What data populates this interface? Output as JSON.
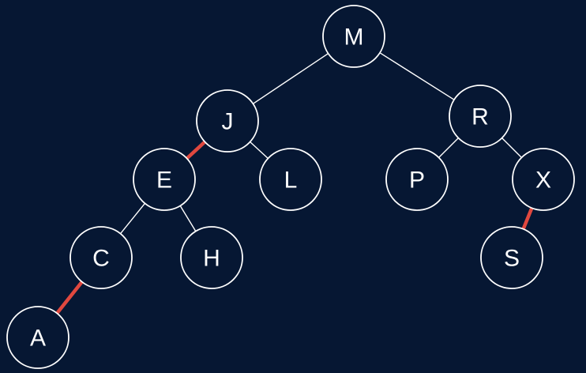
{
  "tree": {
    "background": "#061733",
    "node_stroke": "#ffffff",
    "black_edge_color": "#ffffff",
    "red_edge_color": "#e0483f",
    "nodes": [
      {
        "id": "M",
        "label": "M"
      },
      {
        "id": "J",
        "label": "J"
      },
      {
        "id": "R",
        "label": "R"
      },
      {
        "id": "E",
        "label": "E"
      },
      {
        "id": "L",
        "label": "L"
      },
      {
        "id": "P",
        "label": "P"
      },
      {
        "id": "X",
        "label": "X"
      },
      {
        "id": "C",
        "label": "C"
      },
      {
        "id": "H",
        "label": "H"
      },
      {
        "id": "S",
        "label": "S"
      },
      {
        "id": "A",
        "label": "A"
      }
    ],
    "edges": [
      {
        "from": "M",
        "to": "J",
        "color": "black"
      },
      {
        "from": "M",
        "to": "R",
        "color": "black"
      },
      {
        "from": "J",
        "to": "E",
        "color": "red"
      },
      {
        "from": "J",
        "to": "L",
        "color": "black"
      },
      {
        "from": "R",
        "to": "P",
        "color": "black"
      },
      {
        "from": "R",
        "to": "X",
        "color": "black"
      },
      {
        "from": "E",
        "to": "C",
        "color": "black"
      },
      {
        "from": "E",
        "to": "H",
        "color": "black"
      },
      {
        "from": "X",
        "to": "S",
        "color": "red"
      },
      {
        "from": "C",
        "to": "A",
        "color": "red"
      }
    ]
  }
}
